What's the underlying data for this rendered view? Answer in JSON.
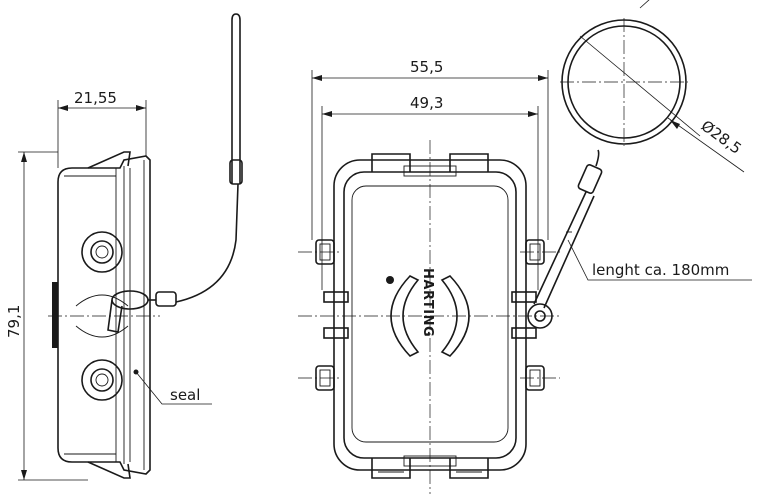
{
  "dimensions": {
    "side_width": "21,55",
    "side_height": "79,1",
    "front_outer_width": "55,5",
    "front_inner_width": "49,3",
    "loop_diameter": "Ø28,5"
  },
  "labels": {
    "seal": "seal",
    "lanyard_length": "lenght ca. 180mm"
  },
  "logo": {
    "brand": "HARTING"
  }
}
